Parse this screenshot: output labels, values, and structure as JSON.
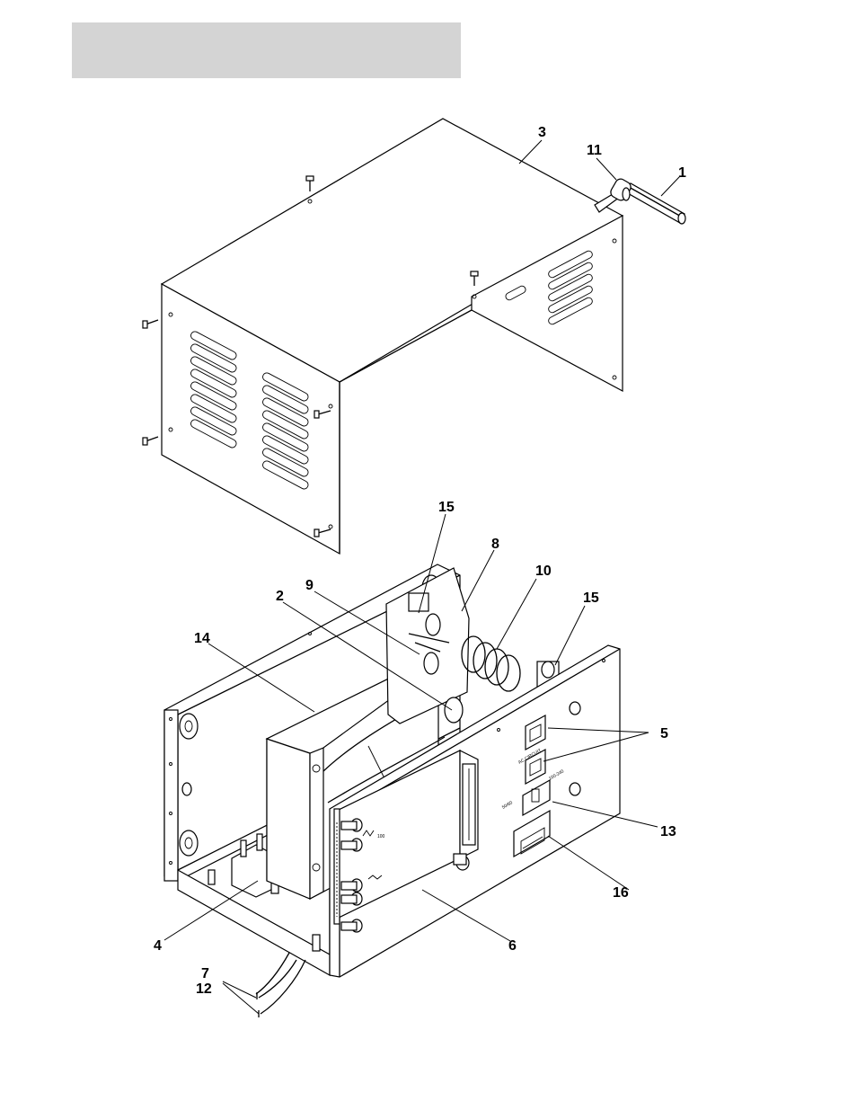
{
  "header": {
    "color": "#d4d4d4"
  },
  "callouts": {
    "c1": "1",
    "c2": "2",
    "c3": "3",
    "c4": "4",
    "c5": "5",
    "c6": "6",
    "c7": "7",
    "c8": "8",
    "c9": "9",
    "c10": "10",
    "c11": "11",
    "c12": "12",
    "c13": "13",
    "c14": "14",
    "c15a": "15",
    "c15b": "15",
    "c16": "16"
  },
  "board_marking": "100"
}
